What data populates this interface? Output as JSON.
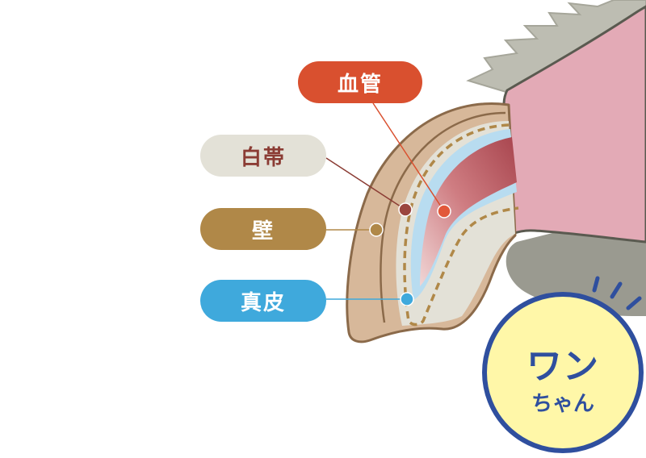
{
  "labels": {
    "blood_vessel": "血管",
    "white_line": "白帯",
    "wall": "壁",
    "dermis": "真皮"
  },
  "badge": {
    "main": "ワン",
    "sub": "ちゃん"
  },
  "colors": {
    "blood_vessel": "#d9502f",
    "white_line_bg": "#e3e1d7",
    "white_line_text": "#8b3c34",
    "wall": "#b08848",
    "dermis": "#3fa9dc",
    "badge_fill": "#fff7a8",
    "badge_stroke": "#2f4f9e",
    "toe_skin": "#e3aab6",
    "fur": "#bdbdb2"
  }
}
